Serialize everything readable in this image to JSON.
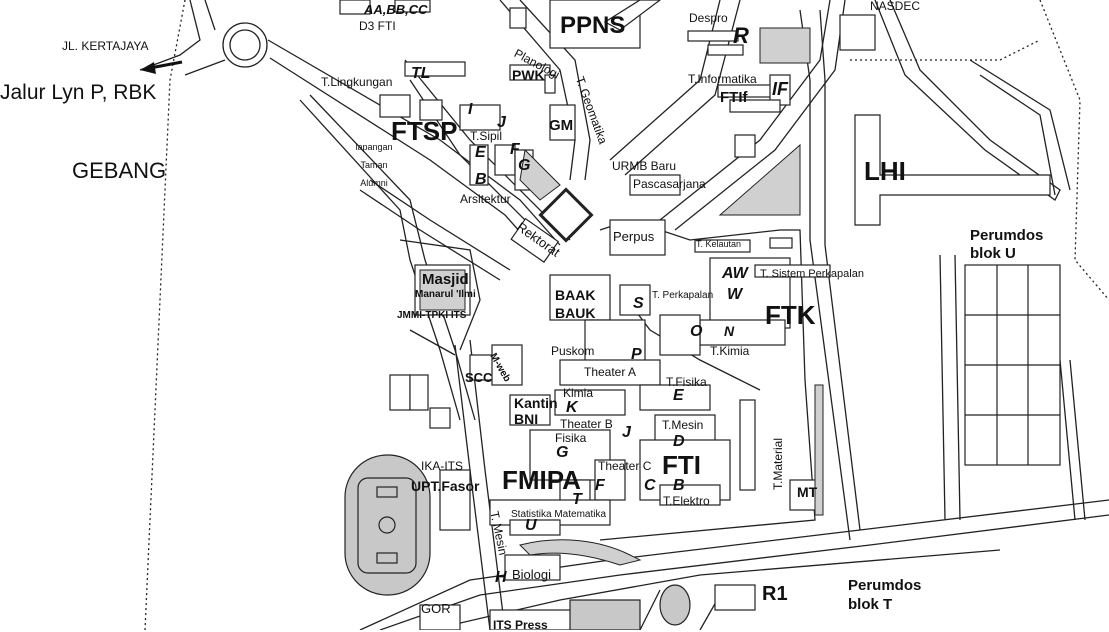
{
  "map": {
    "labels": {
      "aa_bb_cc": "AA,BB,CC",
      "d3_fti": "D3 FTI",
      "ppns": "PPNS",
      "despro": "Despro",
      "r_code": "R",
      "nasdec": "NASDEC",
      "jl_kertajaya": "JL. KERTAJAYA",
      "jalur_lyn": "Jalur Lyn P, RBK",
      "planologi": "Planologi",
      "pwk": "PWK",
      "t_geomatika": "T. Geomatika",
      "t_informatika": "T.Informatika",
      "ftif": "FTIf",
      "if_code": "IF",
      "t_lingkungan": "T.Lingkungan",
      "tl_code": "TL",
      "gebang": "GEBANG",
      "ftsp": "FTSP",
      "i_code": "I",
      "j_code_ftsp": "J",
      "t_sipil": "T.Sipil",
      "gm": "GM",
      "lapangan_taman_alumni": "lapangan Taman Alumni",
      "e_code_ftsp": "E",
      "f_code_ftsp": "F",
      "g_code": "G",
      "b_code_ftsp": "B",
      "urmb_baru": "URMB Baru",
      "pascasarjana": "Pascasarjana",
      "lhi": "LHI",
      "arsitektur": "Arsitektur",
      "rektorat": "Rektorat",
      "perpus": "Perpus",
      "t_kelautan": "T. Kelautan",
      "perumdos_u_1": "Perumdos",
      "perumdos_u_2": "blok U",
      "aw_code": "AW",
      "t_sistem_perkapalan": "T. Sistem Perkapalan",
      "masjid": "Masjid",
      "manarul_ilmi": "Manarul 'Ilmi",
      "baak": "BAAK",
      "bauk": "BAUK",
      "t_perkapalan": "T. Perkapalan",
      "w_code": "W",
      "s_code": "S",
      "ftk": "FTK",
      "jmmi": "JMMI-TPKI ITS",
      "o_code": "O",
      "n_code": "N",
      "puskom": "Puskom",
      "p_code": "P",
      "t_kimia": "T.Kimia",
      "scc": "SCC",
      "m_web": "M-web",
      "theater_a": "Theater A",
      "t_fisika": "T.Fisika",
      "kimia": "Kimia",
      "e_code_fti": "E",
      "kantin_bni_1": "Kantin",
      "kantin_bni_2": "BNI",
      "k_code": "K",
      "theater_b": "Theater B",
      "j_code": "J",
      "t_mesin": "T.Mesin",
      "fisika": "Fisika",
      "d_code": "D",
      "t_material": "T.Material",
      "g_code_fmipa": "G",
      "ika_its": "IKA-ITS",
      "theater_c": "Theater C",
      "fti": "FTI",
      "upt_fasor": "UPT.Fasor",
      "fmipa": "FMIPA",
      "t_code": "T",
      "f_code": "F",
      "c_code": "C",
      "b_code": "B",
      "mt": "MT",
      "t_elektro": "T.Elektro",
      "statistika_matematika": "Statistika Matematika",
      "u_code": "U",
      "t_mesin_road": "T. Mesin",
      "h_code": "H",
      "biologi": "Biologi",
      "r1": "R1",
      "perumdos_t_1": "Perumdos",
      "perumdos_t_2": "blok T",
      "gor": "GOR",
      "its_press": "ITS Press"
    }
  },
  "colors": {
    "background": "#ffffff",
    "ink": "#111111",
    "building_fill": "#ffffff",
    "shade_fill": "#d0d0d0",
    "field_fill": "#c8c8c8"
  },
  "icons": {
    "direction_arrow": "arrow-left-icon"
  }
}
